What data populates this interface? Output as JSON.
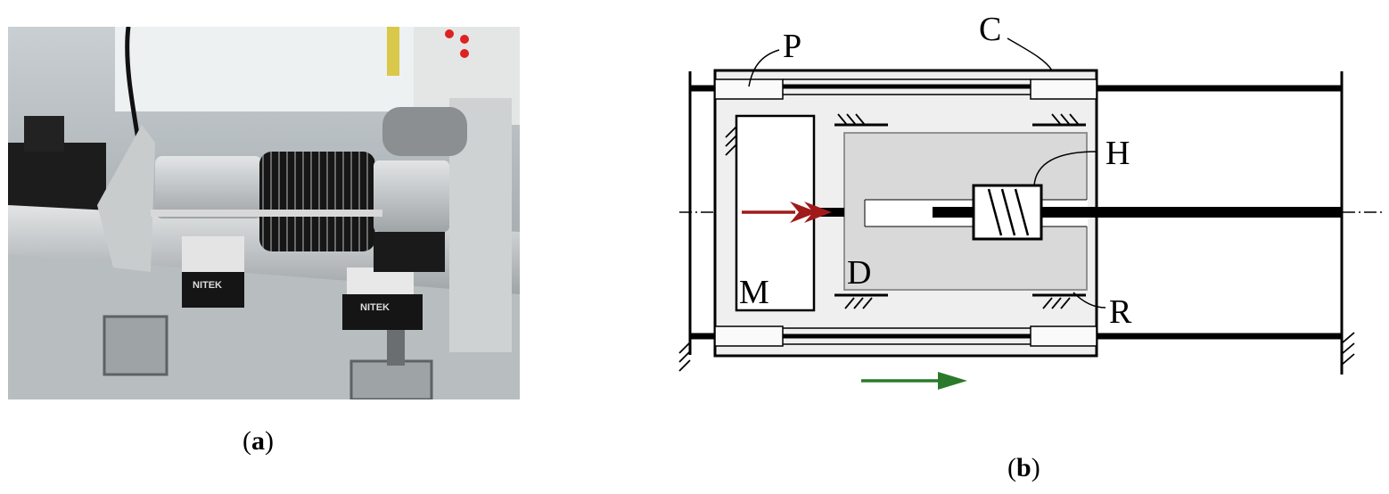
{
  "panels": {
    "a": {
      "caption_letter": "a"
    },
    "b": {
      "caption_letter": "b"
    }
  },
  "labels": {
    "P": "P",
    "C": "C",
    "H": "H",
    "M": "M",
    "D": "D",
    "R": "R"
  },
  "photo_text": {
    "brand_1": "NITEK",
    "brand_2": "NITEK"
  },
  "colors": {
    "outer_housing": "#eeeeee",
    "inner_block": "#d9d9d9",
    "force_arrow": "#a01a1a",
    "motion_arrow": "#2b7a2b",
    "line": "#000000"
  }
}
